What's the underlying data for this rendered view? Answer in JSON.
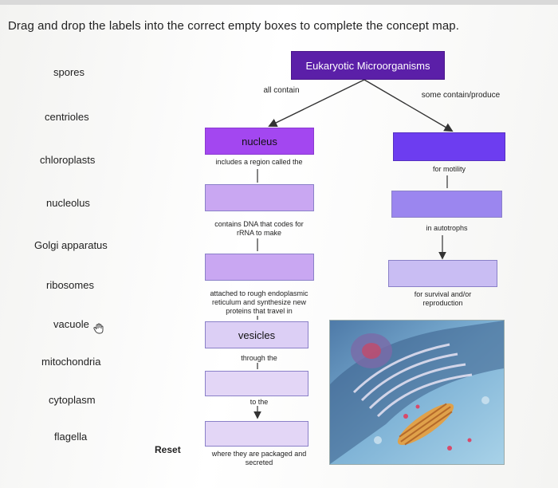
{
  "instruction": "Drag and drop the labels into the correct empty boxes to complete the concept map.",
  "labels": [
    "spores",
    "centrioles",
    "chloroplasts",
    "nucleolus",
    "Golgi apparatus",
    "ribosomes",
    "vacuole",
    "mitochondria",
    "cytoplasm",
    "flagella"
  ],
  "map": {
    "root": "Eukaryotic Microorganisms",
    "left_branch": "all contain",
    "right_branch": "some contain/produce",
    "nucleus": "nucleus",
    "includes": "includes a region called the",
    "contains_dna": "contains DNA that codes for",
    "rrna": "rRNA to make",
    "attached": "attached to rough endoplasmic",
    "reticulum": "reticulum and synthesize new",
    "proteins": "proteins that travel in",
    "vesicles": "vesicles",
    "through": "through the",
    "to_the": "to the",
    "packaged": "where they are packaged and",
    "secreted": "secreted",
    "motility": "for motility",
    "autotrophs": "in autotrophs",
    "survival": "for survival and/or",
    "reproduction": "reproduction"
  },
  "reset_label": "Reset",
  "colors": {
    "root": "#5b1fa8",
    "nucleus": "#a347f0",
    "empty_light": "#c9a7f2",
    "right_top": "#6d3df0",
    "right_mid": "#9b86ef",
    "right_low": "#c9bdf3"
  }
}
